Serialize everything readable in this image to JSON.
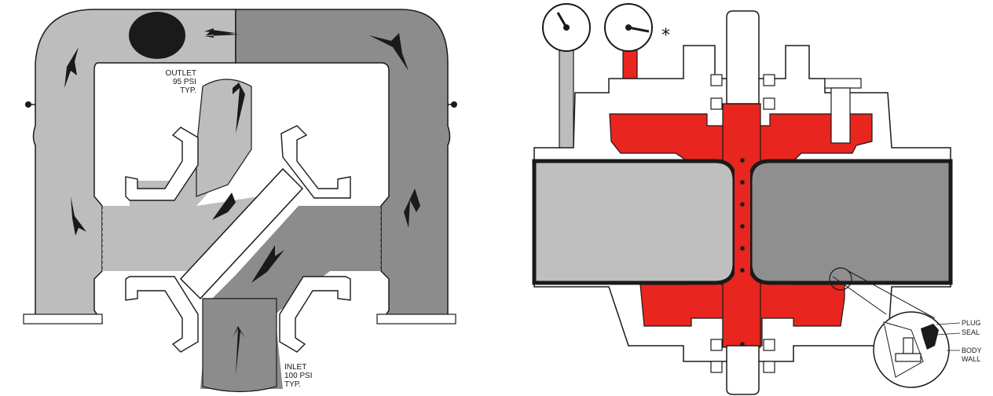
{
  "left_diagram": {
    "outlet_label": [
      "OUTLET",
      "95 PSI",
      "TYP."
    ],
    "inlet_label": [
      "INLET",
      "100 PSI",
      "TYP."
    ]
  },
  "right_diagram": {
    "asterisk": "*",
    "callout_labels": [
      "PLUG",
      "SEAL",
      "BODY",
      "WALL"
    ]
  },
  "colors": {
    "light_flow": "#bdbdbd",
    "dark_flow": "#8c8c8c",
    "pressure_red": "#e8251f",
    "body_outline": "#1a1a1a",
    "plug_light": "#bfbfbf",
    "plug_dark": "#8f8f8f",
    "background": "#ffffff"
  }
}
